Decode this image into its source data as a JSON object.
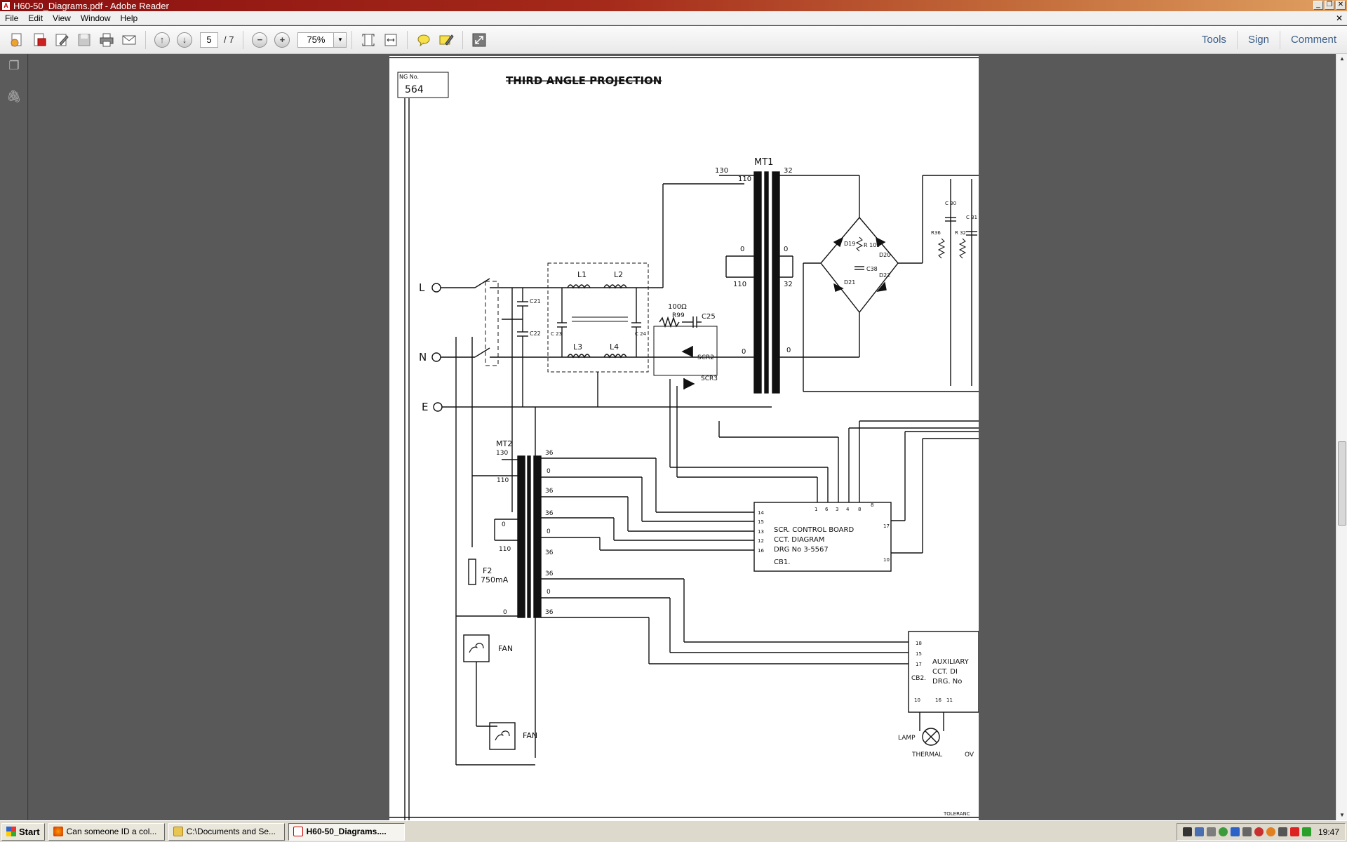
{
  "window": {
    "title": "H60-50_Diagrams.pdf - Adobe Reader",
    "min": "_",
    "max": "❐",
    "close": "✕"
  },
  "menu": {
    "items": [
      "File",
      "Edit",
      "View",
      "Window",
      "Help"
    ],
    "doc_close": "✕"
  },
  "toolbar": {
    "current_page": "5",
    "total_pages": "/ 7",
    "zoom": "75%"
  },
  "right_tabs": [
    "Tools",
    "Sign",
    "Comment"
  ],
  "icons": {
    "create": "create-pdf-icon",
    "export": "export-icon",
    "edit": "edit-icon",
    "save": "save-icon",
    "print": "print-icon",
    "email": "email-icon",
    "prev": "previous-page-icon",
    "next": "next-page-icon",
    "zoom_out": "zoom-out-icon",
    "zoom_in": "zoom-in-icon",
    "fit_page": "fit-page-icon",
    "fit_width": "fit-width-icon",
    "comment": "sticky-note-icon",
    "highlight": "highlight-icon",
    "fullscreen": "full-screen-icon",
    "pages_panel": "page-thumbnails-icon",
    "attachments": "attachments-icon"
  },
  "drawing": {
    "header": "THIRD ANGLE PROJECTION",
    "drawing_no_label": "NG No.",
    "drawing_no": "564",
    "mt1": "MT1",
    "mt2": "MT2",
    "terminals": {
      "L": "L",
      "N": "N",
      "E": "E"
    },
    "inductors": {
      "l1": "L1",
      "l2": "L2",
      "l3": "L3",
      "l4": "L4"
    },
    "caps": {
      "c21": "C21",
      "c22": "C22",
      "c23": "C 23",
      "c24": "C 24",
      "c25": "C25",
      "c30": "C 30",
      "c31": "C 31",
      "c38": "C38"
    },
    "resistor_val": "100Ω",
    "r99": "R99",
    "scr2": "SCR2",
    "scr3": "SCR3",
    "diodes": {
      "d19": "D19",
      "d20": "D20",
      "d21": "D21",
      "d22": "D22"
    },
    "r109": "R 109",
    "r36": "R36",
    "r32": "R 32",
    "mt1_taps": {
      "t130": "130",
      "t32a": "32",
      "t110": "110",
      "t0a": "0",
      "t0b": "0",
      "t110b": "110",
      "t32b": "32",
      "t0c": "0",
      "t0d": "0"
    },
    "mt2_taps": {
      "t130": "130",
      "t110": "110",
      "t0": "0",
      "t110b": "110",
      "t0b": "0",
      "s36a": "36",
      "s0a": "0",
      "s36b": "36",
      "s36c": "36",
      "s0b": "0",
      "s36d": "36",
      "s36e": "36",
      "s0c": "0",
      "s36f": "36"
    },
    "fuse": "F2",
    "fuse_val": "750mA",
    "board1": {
      "line1": "SCR. CONTROL BOARD",
      "line2": "CCT. DIAGRAM",
      "line3": "DRG No   3-5567",
      "line4": "CB1."
    },
    "board1_pins": {
      "left": [
        "14",
        "15",
        "13",
        "12",
        "16"
      ],
      "top": [
        "1",
        "6",
        "3",
        "4",
        "8",
        "8"
      ],
      "right": [
        "17",
        "10"
      ]
    },
    "board2": {
      "line1": "AUXILIARY",
      "line2": "CCT. DI",
      "line3": "DRG. No",
      "line4": "CB2."
    },
    "board2_pins": {
      "left": [
        "18",
        "15",
        "17"
      ],
      "bottom": [
        "10",
        "16",
        "11"
      ]
    },
    "fan1": "FAN",
    "fan2": "FAN",
    "lamp": "LAMP",
    "thermal": "THERMAL",
    "ov": "OV",
    "tolerance": "TOLERANC"
  },
  "taskbar": {
    "start": "Start",
    "tasks": [
      "Can someone ID a col...",
      "C:\\Documents and Se...",
      "H60-50_Diagrams...."
    ],
    "clock": "19:47"
  }
}
